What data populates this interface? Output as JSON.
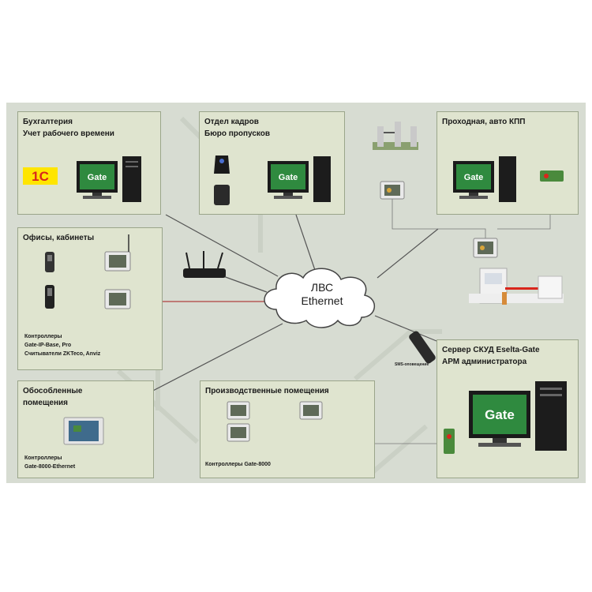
{
  "network": {
    "title": "ЛВС",
    "subtitle": "Ethernet"
  },
  "panels": {
    "accounting": {
      "line1": "Бухгалтерия",
      "line2": "Учет рабочего времени"
    },
    "hr": {
      "line1": "Отдел кадров",
      "line2": "Бюро пропусков"
    },
    "checkpoint": {
      "line1": "Проходная, авто КПП"
    },
    "offices": {
      "line1": "Офисы, кабинеты",
      "caption1": "Контроллеры",
      "caption2": "Gate-IP-Base, Pro",
      "caption3": "Считыватели ZKTeco, Anviz"
    },
    "isolated": {
      "line1": "Обособленные",
      "line2": "помещения",
      "caption1": "Контроллеры",
      "caption2": "Gate-8000-Ethernet"
    },
    "production": {
      "line1": "Производственные помещения",
      "caption1": "Контроллеры Gate-8000"
    },
    "server": {
      "line1": "Сервер СКУД Eselta-Gate",
      "line2": "АРМ администратора"
    }
  },
  "labels": {
    "sms": "SMS-оповещение",
    "onec": "1С",
    "gate_logo": "Gate"
  },
  "colors": {
    "panel_fill": "#dfe4cf",
    "background": "#d7dcd2",
    "link": "#6b6b6b",
    "accent_red": "#d9261c"
  }
}
